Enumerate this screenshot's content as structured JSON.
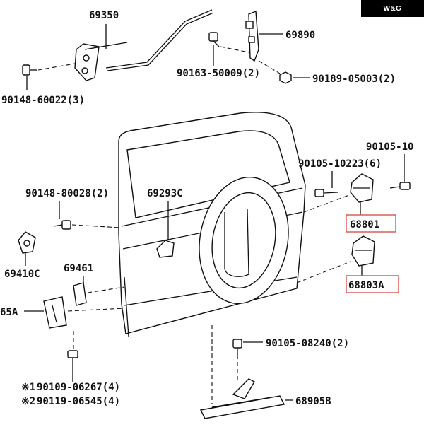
{
  "watermark": "W&G",
  "labels": {
    "p69350": "69350",
    "p69890": "69890",
    "p90163": "90163-50009(2)",
    "p90189": "90189-05003(2)",
    "p90148a": "90148-60022(3)",
    "p90105a": "90105-10",
    "p90105b": "90105-10223(6)",
    "p90148b": "90148-80028(2)",
    "p69293": "69293C",
    "p68801": "68801",
    "p69410": "69410C",
    "p69461": "69461",
    "p68803": "68803A",
    "p65a": "65A",
    "p90105c": "90105-08240(2)",
    "m1": "※1",
    "p90109": "90109-06267(4)",
    "m2": "※2",
    "p90119": "90119-06545(4)",
    "p68905": "68905B"
  },
  "colors": {
    "highlight": "#d9534f",
    "ink": "#111111"
  }
}
